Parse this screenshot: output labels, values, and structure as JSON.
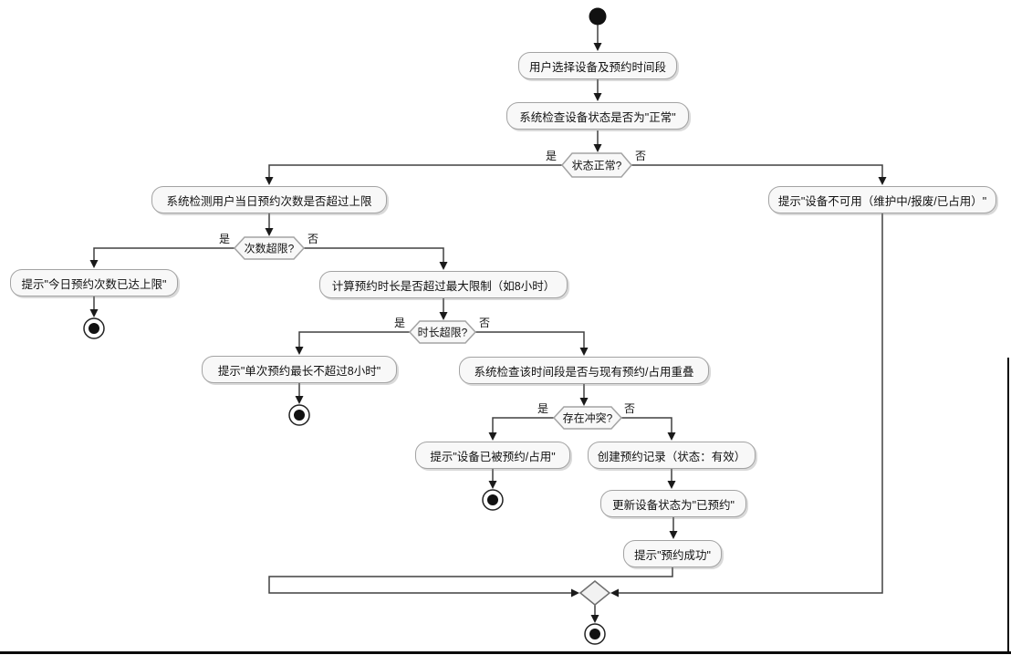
{
  "diagram_kind": "activity-flowchart",
  "colors": {
    "node_fill": "#f8f8f8",
    "node_border": "#a3a3a3",
    "edge": "#404040",
    "arrowhead": "#1a1a1a",
    "text": "#111111",
    "terminal": "#111111"
  },
  "activities": {
    "select_device": "用户选择设备及预约时间段",
    "check_status": "系统检查设备状态是否为\"正常\"",
    "check_daily_count": "系统检测用户当日预约次数是否超过上限",
    "unavailable_notice": "提示\"设备不可用（维护中/报废/已占用）\"",
    "limit_reached_notice": "提示\"今日预约次数已达上限\"",
    "calc_duration": "计算预约时长是否超过最大限制（如8小时）",
    "duration_notice": "提示\"单次预约最长不超过8小时\"",
    "check_overlap": "系统检查该时间段是否与现有预约/占用重叠",
    "occupied_notice": "提示\"设备已被预约/占用\"",
    "create_record": "创建预约记录（状态：有效）",
    "update_status": "更新设备状态为\"已预约\"",
    "success_notice": "提示\"预约成功\""
  },
  "decisions": {
    "status_ok": {
      "label": "状态正常?",
      "yes": "是",
      "no": "否"
    },
    "count_over": {
      "label": "次数超限?",
      "yes": "是",
      "no": "否"
    },
    "duration_over": {
      "label": "时长超限?",
      "yes": "是",
      "no": "否"
    },
    "conflict": {
      "label": "存在冲突?",
      "yes": "是",
      "no": "否"
    }
  }
}
